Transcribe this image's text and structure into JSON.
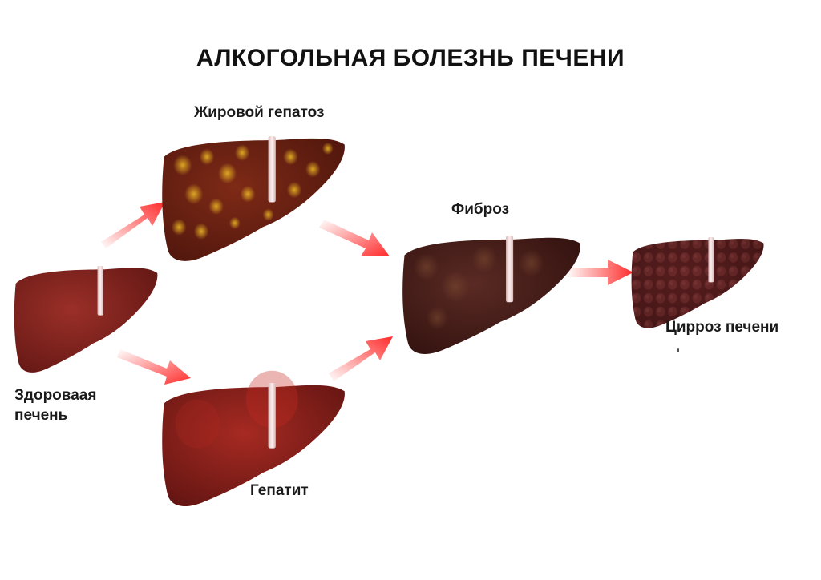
{
  "title": "АЛКОГОЛЬНАЯ БОЛЕЗНЬ ПЕЧЕНИ",
  "stages": {
    "healthy": {
      "label": "Здороваая печень",
      "color": "#7a1f1b"
    },
    "fatty": {
      "label": "Жировой гепатоз",
      "color": "#6e1e14",
      "spot_color": "#d8a21c"
    },
    "hepatitis": {
      "label": "Гепатит",
      "color": "#8a1e1a"
    },
    "fibrosis": {
      "label": "Фиброз",
      "color": "#4a1a16"
    },
    "cirrhosis": {
      "label": "Цирроз печени",
      "color": "#4f1b1a"
    }
  },
  "colors": {
    "arrow": "#ff2a2a",
    "ligament": "#f2dede",
    "background": "#ffffff"
  }
}
